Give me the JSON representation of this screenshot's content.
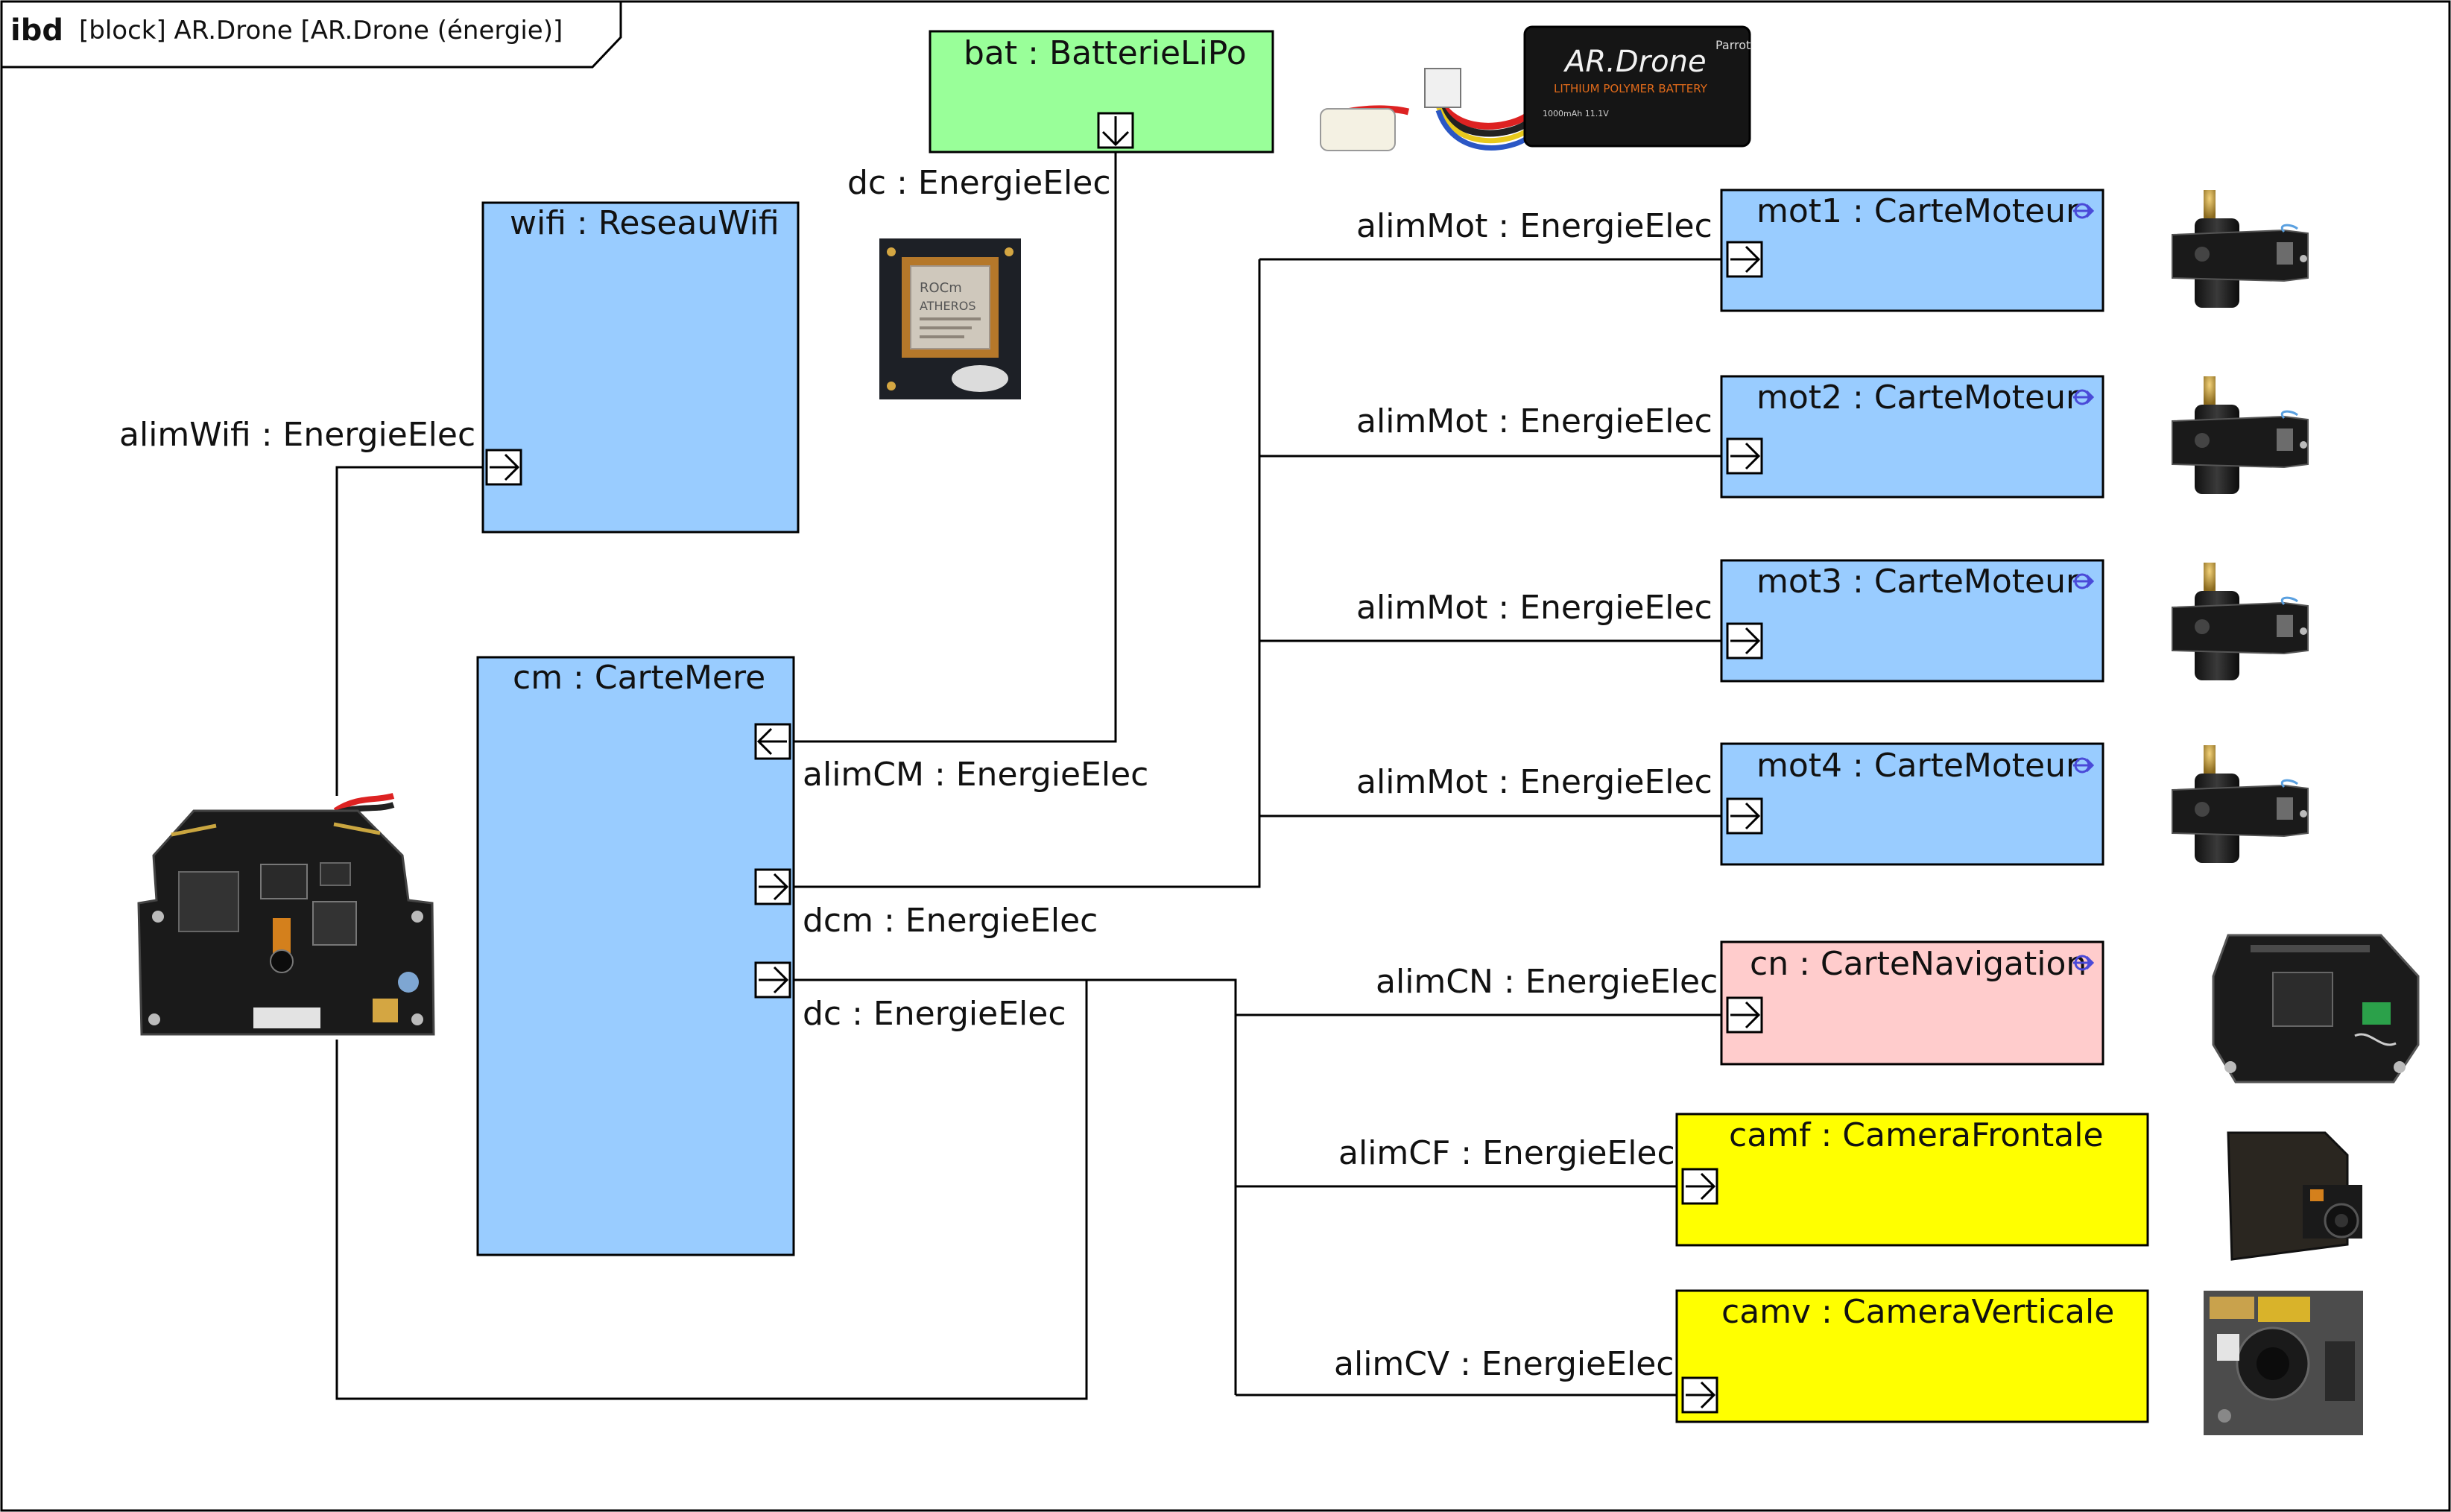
{
  "frame": {
    "keyword": "ibd",
    "title": "[block] AR.Drone [AR.Drone (énergie)]"
  },
  "colors": {
    "block_blue": "#99ccff",
    "block_green": "#99ff99",
    "block_pink": "#ffcccc",
    "block_yellow": "#ffff00",
    "line": "#000000"
  },
  "blocks": {
    "bat": {
      "title": "bat : BatterieLiPo"
    },
    "wifi": {
      "title": "wifi : ReseauWifi"
    },
    "cm": {
      "title": "cm : CarteMere"
    },
    "mot1": {
      "title": "mot1 : CarteMoteur"
    },
    "mot2": {
      "title": "mot2 : CarteMoteur"
    },
    "mot3": {
      "title": "mot3 : CarteMoteur"
    },
    "mot4": {
      "title": "mot4 : CarteMoteur"
    },
    "cn": {
      "title": "cn : CarteNavigation"
    },
    "camf": {
      "title": "camf : CameraFrontale"
    },
    "camv": {
      "title": "camv : CameraVerticale"
    }
  },
  "ports": {
    "bat_dc": "dc : EnergieElec",
    "wifi_alim": "alimWifi : EnergieElec",
    "cm_alim": "alimCM : EnergieElec",
    "cm_dcm": "dcm : EnergieElec",
    "cm_dc": "dc : EnergieElec",
    "mot1_alim": "alimMot : EnergieElec",
    "mot2_alim": "alimMot : EnergieElec",
    "mot3_alim": "alimMot : EnergieElec",
    "mot4_alim": "alimMot : EnergieElec",
    "cn_alim": "alimCN : EnergieElec",
    "camf_alim": "alimCF : EnergieElec",
    "camv_alim": "alimCV : EnergieElec"
  },
  "battery_photo": {
    "brand": "Parrot",
    "name": "AR.Drone",
    "subtitle": "LITHIUM POLYMER BATTERY",
    "specs": "1000mAh 11.1V"
  },
  "chip_photo": {
    "brand": "ROCm",
    "name": "ATHEROS"
  }
}
